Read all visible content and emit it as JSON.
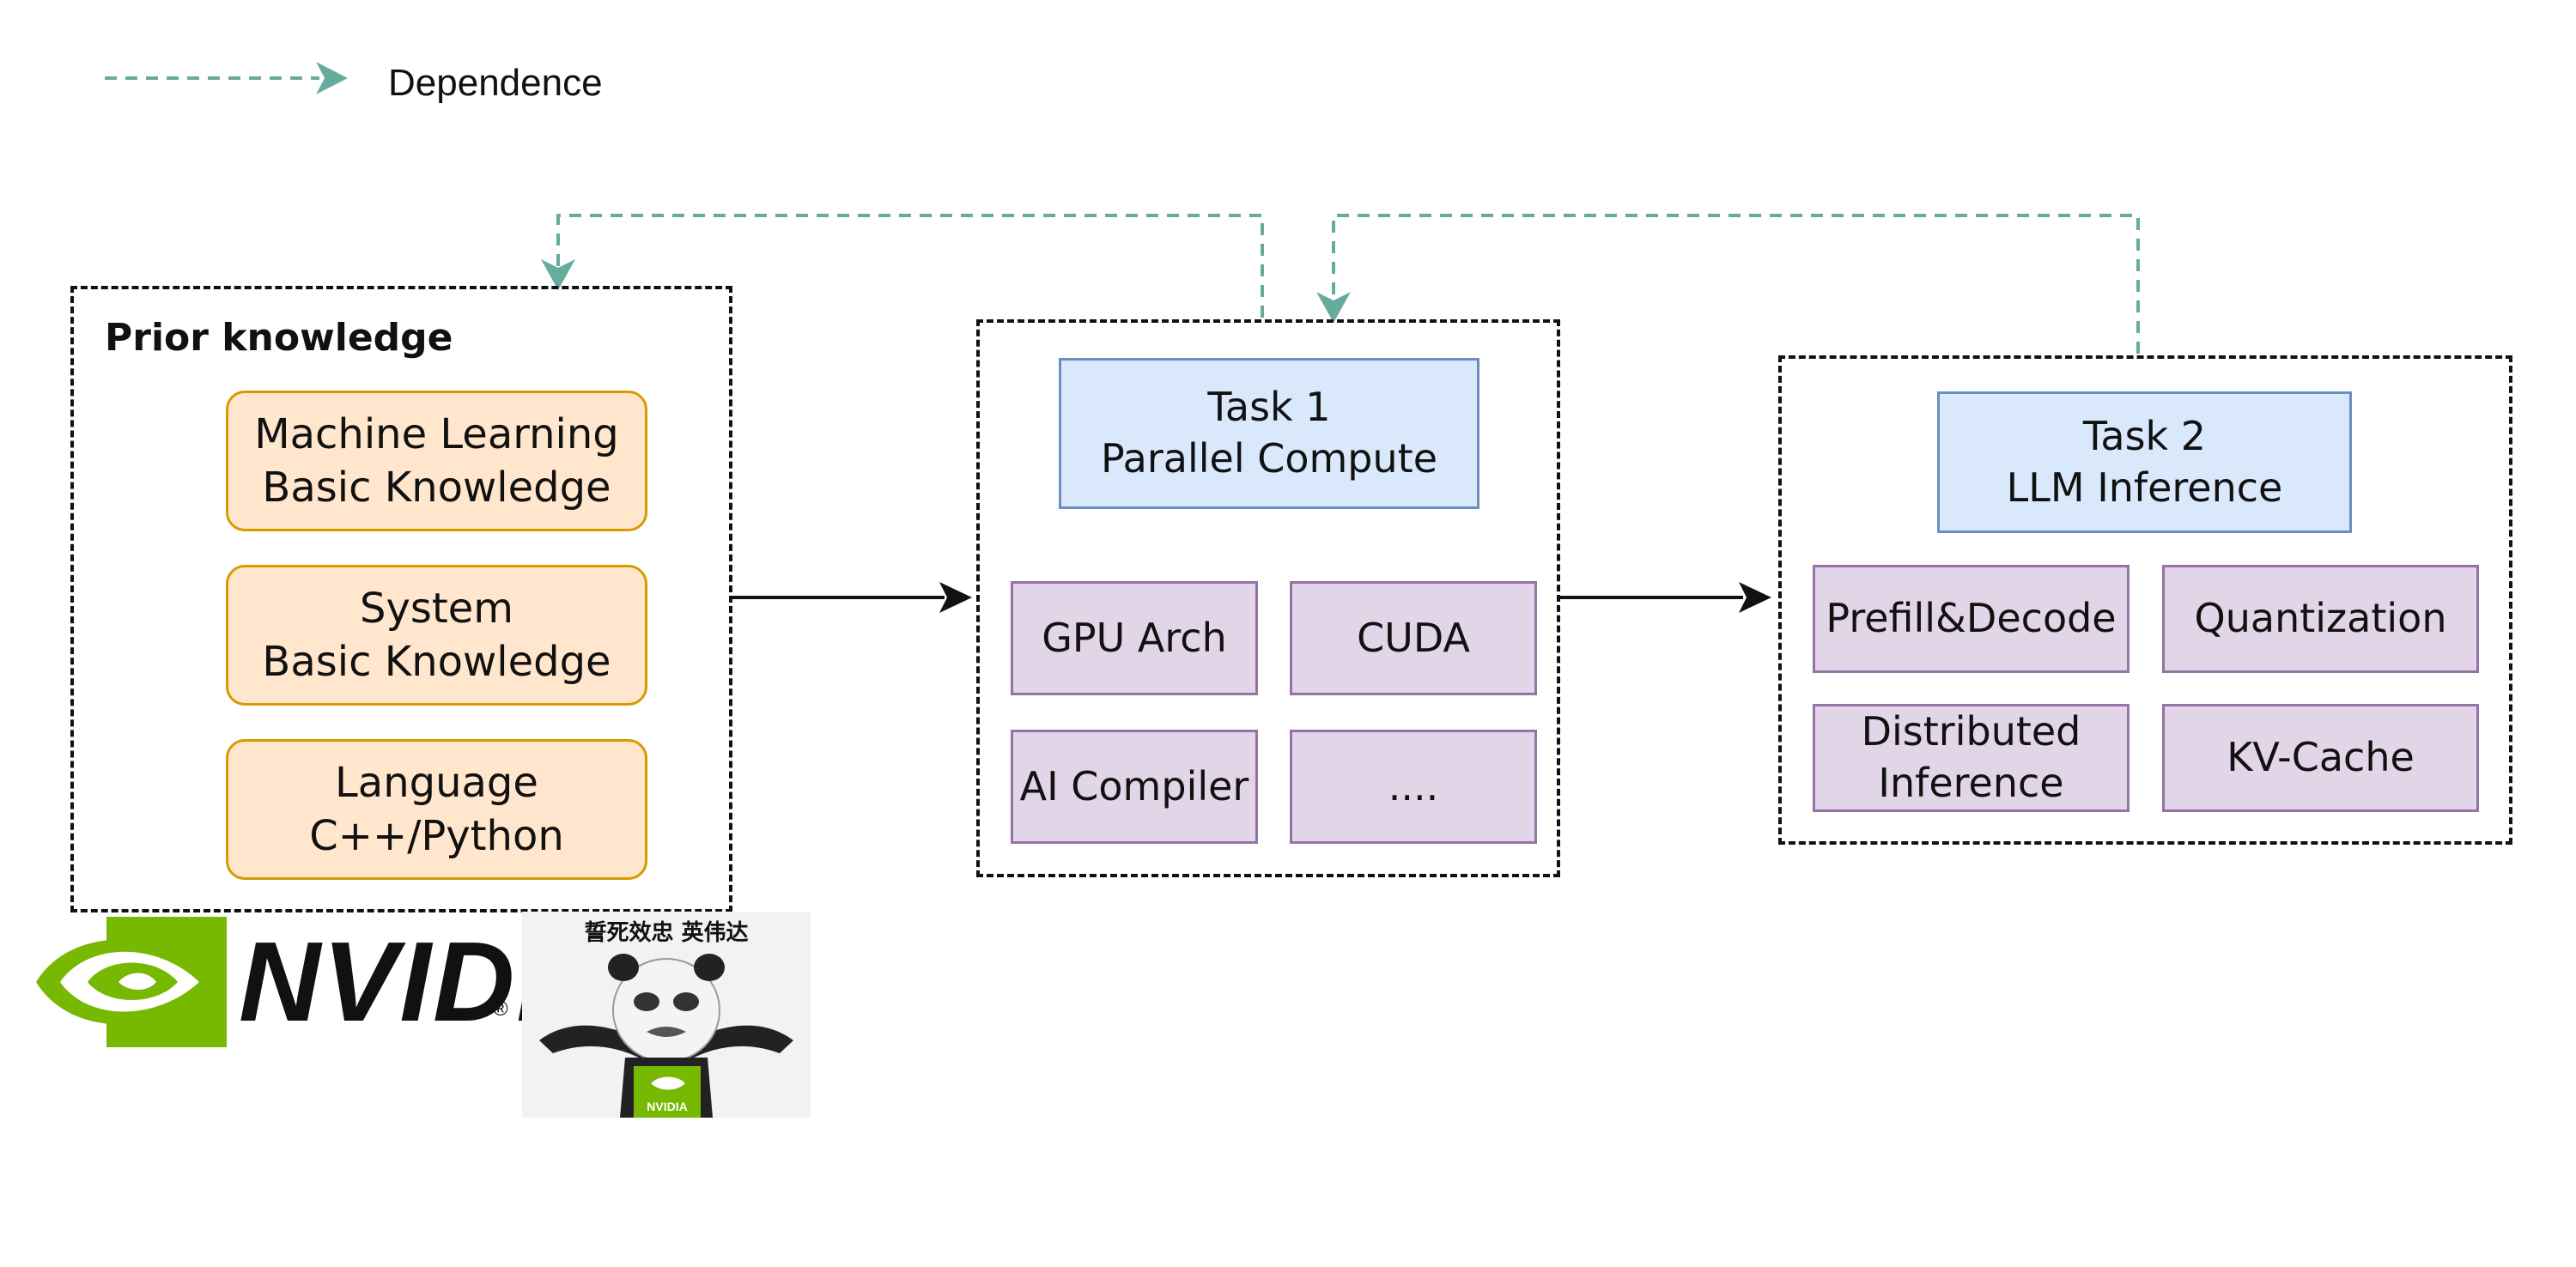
{
  "legend": {
    "label": "Dependence"
  },
  "prior": {
    "title": "Prior knowledge",
    "items": [
      "Machine Learning\nBasic Knowledge",
      "System\nBasic Knowledge",
      "Language\nC++/Python"
    ]
  },
  "task1": {
    "title": "Task 1\nParallel Compute",
    "items": [
      "GPU Arch",
      "CUDA",
      "AI Compiler",
      "...."
    ]
  },
  "task2": {
    "title": "Task 2\nLLM Inference",
    "items": [
      "Prefill&Decode",
      "Quantization",
      "Distributed\nInference",
      "KV-Cache"
    ]
  },
  "logo": {
    "wordmark": "NVIDIA",
    "registered": "®"
  },
  "meme": {
    "caption": "誓死效忠 英伟达",
    "shirt_logo": "NVIDIA"
  },
  "colors": {
    "dependence": "#67ab9f",
    "nvidia_green": "#76b900",
    "prior_fill": "#ffe6cc",
    "prior_stroke": "#d79b00",
    "task_title_fill": "#dae8fc",
    "task_title_stroke": "#6c8ebf",
    "task_item_fill": "#e1d5e7",
    "task_item_stroke": "#9673a6"
  }
}
